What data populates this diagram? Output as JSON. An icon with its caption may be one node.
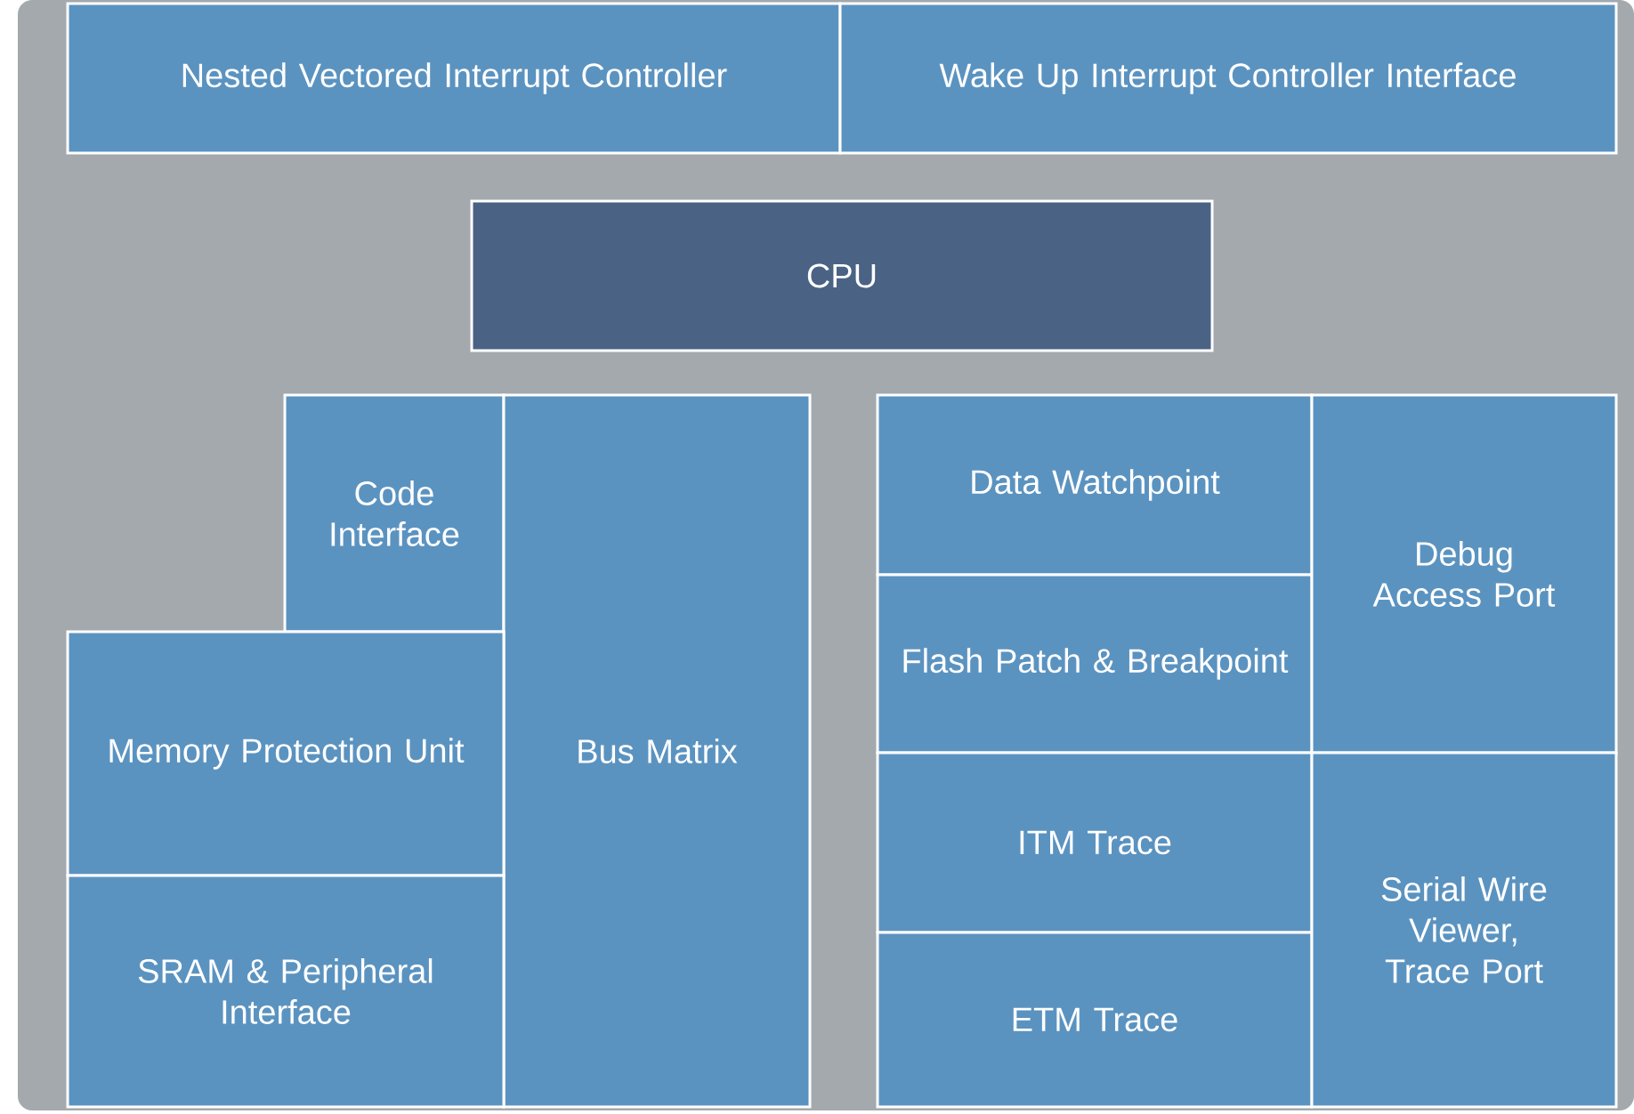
{
  "diagram": {
    "nodes": [
      {
        "text": [
          "Nested Vectored Interrupt Controller"
        ]
      },
      {
        "text": [
          "Wake Up Interrupt Controller Interface"
        ]
      },
      {
        "text": [
          "CPU"
        ]
      },
      {
        "text": [
          "Code Interface"
        ]
      },
      {
        "text": [
          "Bus Matrix"
        ]
      },
      {
        "text": [
          "Memory Protection Unit"
        ]
      },
      {
        "text": [
          "SRAM & Peripheral Interface"
        ]
      },
      {
        "text": [
          "Data Watchpoint"
        ]
      },
      {
        "text": [
          "Flash Patch & Breakpoint"
        ]
      },
      {
        "text": [
          "ITM Trace"
        ]
      },
      {
        "text": [
          "ETM Trace"
        ]
      },
      {
        "text": [
          "Debug Access Port"
        ]
      },
      {
        "text": [
          "Serial Wire Viewer, Trace Port"
        ]
      }
    ]
  }
}
